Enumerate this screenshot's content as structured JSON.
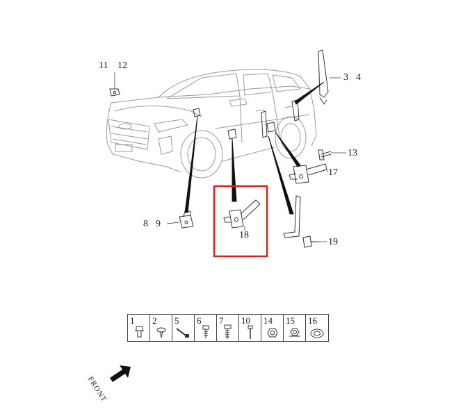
{
  "callouts": {
    "c11": "11",
    "c12": "12",
    "c3": "3",
    "c4": "4",
    "c13": "13",
    "c17": "17",
    "c8": "8",
    "c9": "9",
    "c18": "18",
    "c19": "19"
  },
  "legend": [
    {
      "label": "1"
    },
    {
      "label": "2"
    },
    {
      "label": "5"
    },
    {
      "label": "6"
    },
    {
      "label": "7"
    },
    {
      "label": "10"
    },
    {
      "label": "14"
    },
    {
      "label": "15"
    },
    {
      "label": "16"
    }
  ],
  "front_label": "FRONT",
  "highlight_color": "#d9261c"
}
